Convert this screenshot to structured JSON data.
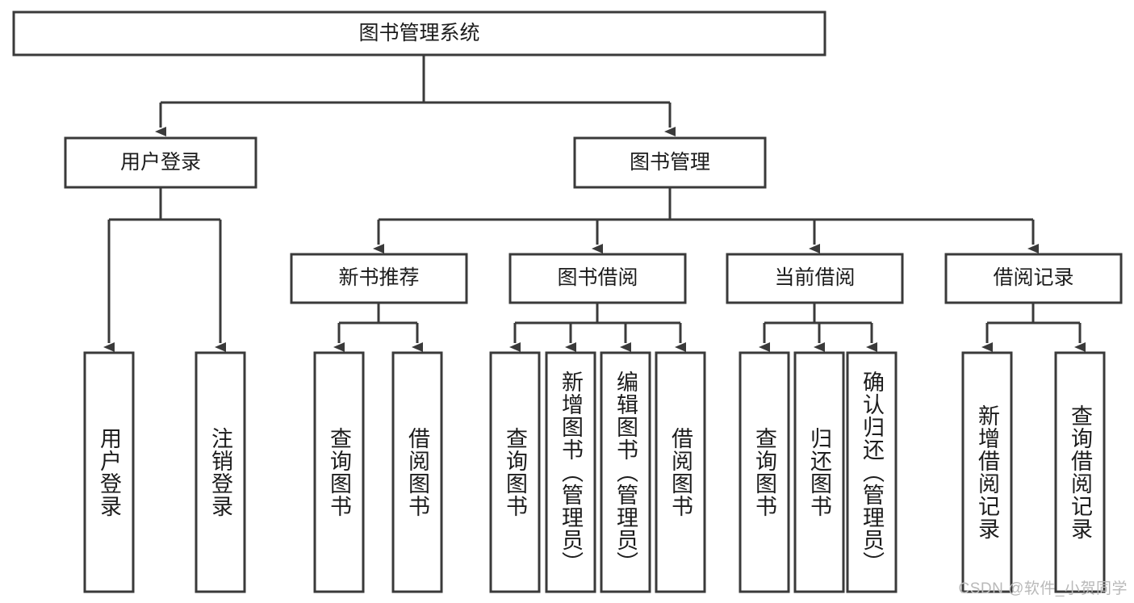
{
  "diagram": {
    "type": "tree",
    "title": "图书管理系统",
    "root": {
      "id": "root",
      "label": "图书管理系统"
    },
    "level2": [
      {
        "id": "user-login",
        "label": "用户登录"
      },
      {
        "id": "book-manage",
        "label": "图书管理"
      }
    ],
    "level3": [
      {
        "id": "new-book-recommend",
        "label": "新书推荐",
        "parent": "book-manage"
      },
      {
        "id": "book-borrow",
        "label": "图书借阅",
        "parent": "book-manage"
      },
      {
        "id": "current-borrow",
        "label": "当前借阅",
        "parent": "book-manage"
      },
      {
        "id": "borrow-record",
        "label": "借阅记录",
        "parent": "book-manage"
      }
    ],
    "leaves": {
      "user_login": [
        {
          "id": "leaf-user-login",
          "label": "用户登录"
        },
        {
          "id": "leaf-logout-login",
          "label": "注销登录"
        }
      ],
      "new_book_recommend": [
        {
          "id": "leaf-query-book-1",
          "label": "查询图书"
        },
        {
          "id": "leaf-borrow-book-1",
          "label": "借阅图书"
        }
      ],
      "book_borrow": [
        {
          "id": "leaf-query-book-2",
          "label": "查询图书"
        },
        {
          "id": "leaf-add-book",
          "label": "新增图书（管理员）"
        },
        {
          "id": "leaf-edit-book",
          "label": "编辑图书（管理员）"
        },
        {
          "id": "leaf-borrow-book-2",
          "label": "借阅图书"
        }
      ],
      "current_borrow": [
        {
          "id": "leaf-query-book-3",
          "label": "查询图书"
        },
        {
          "id": "leaf-return-book",
          "label": "归还图书"
        },
        {
          "id": "leaf-confirm-return",
          "label": "确认归还（管理员）"
        }
      ],
      "borrow_record": [
        {
          "id": "leaf-add-record",
          "label": "新增借阅记录"
        },
        {
          "id": "leaf-query-record",
          "label": "查询借阅记录"
        }
      ]
    },
    "colors": {
      "box_stroke": "#3a3a3a",
      "box_fill": "#ffffff",
      "connector": "#3a3a3a",
      "text": "#1c1c1c",
      "background": "#ffffff",
      "watermark": "#b9b9b9"
    }
  },
  "watermark": {
    "text": "CSDN @软件_小贺同学"
  }
}
